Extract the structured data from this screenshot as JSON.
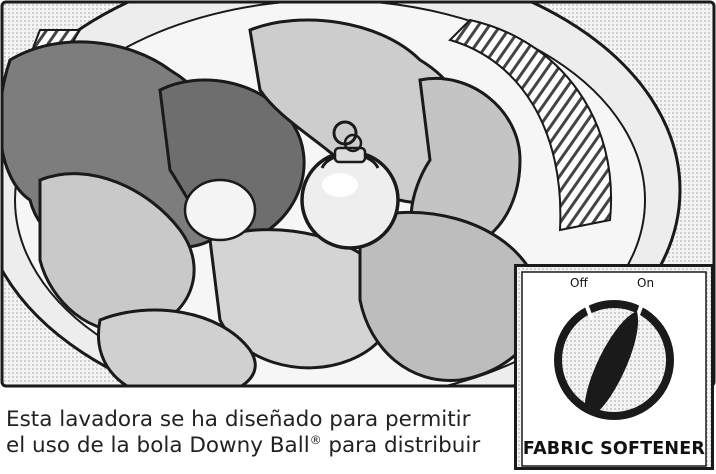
{
  "caption": {
    "line1": "Esta lavadora se ha diseñado para permitir",
    "line2_pre": "el uso de la bola Downy Ball",
    "line2_mark": "®",
    "line2_post": " para distribuir"
  },
  "dial": {
    "off_label": "Off",
    "on_label": "On",
    "title": "FABRIC SOFTENER"
  },
  "colors": {
    "ink": "#1a1a1a",
    "clothes_light": "#cfcfcf",
    "clothes_dark": "#7d7d7d",
    "drum": "#e8e8e8"
  }
}
